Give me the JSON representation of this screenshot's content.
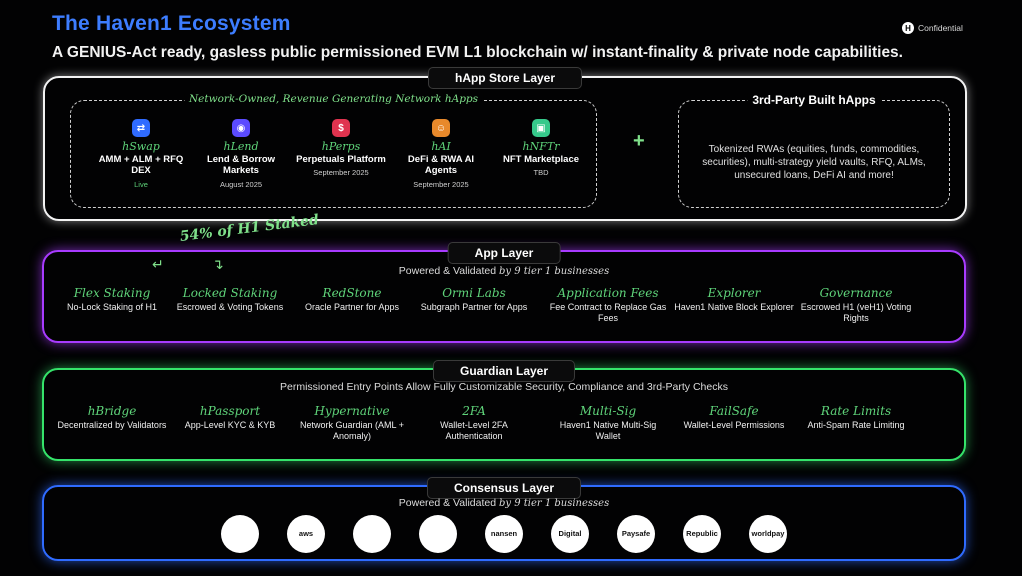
{
  "header": {
    "title": "The Haven1 Ecosystem",
    "subtitle": "A GENIUS-Act ready, gasless public permissioned EVM L1 blockchain w/ instant-finality & private node capabilities.",
    "confidential_icon": "H",
    "confidential": "Confidential"
  },
  "store_layer": {
    "label": "hApp Store Layer",
    "network_title": "Network-Owned, Revenue Generating Network hApps",
    "apps": [
      {
        "name": "hSwap",
        "icon": "hswap-icon",
        "color": "#2f6bff",
        "glyph": "⇄",
        "desc": "AMM + ALM + RFQ DEX",
        "date": "Live"
      },
      {
        "name": "hLend",
        "icon": "hlend-icon",
        "color": "#5b4bff",
        "glyph": "◉",
        "desc": "Lend & Borrow Markets",
        "date": "August 2025"
      },
      {
        "name": "hPerps",
        "icon": "hperps-icon",
        "color": "#e0334f",
        "glyph": "$",
        "desc": "Perpetuals Platform",
        "date": "September 2025"
      },
      {
        "name": "hAI",
        "icon": "hai-icon",
        "color": "#e8892b",
        "glyph": "☺",
        "desc": "DeFi & RWA AI Agents",
        "date": "September 2025"
      },
      {
        "name": "hNFTr",
        "icon": "hnftr-icon",
        "color": "#36c98b",
        "glyph": "▣",
        "desc": "NFT Marketplace",
        "date": "TBD"
      }
    ],
    "plus": "+",
    "third_title": "3rd-Party Built hApps",
    "third_text": "Tokenized RWAs (equities, funds, commodities, securities), multi-strategy yield vaults, RFQ, ALMs, unsecured loans, DeFi AI and more!"
  },
  "staked_text": "54% of H1 Staked",
  "app_layer": {
    "label": "App Layer",
    "sub_prefix": "Powered & Validated ",
    "sub_italic": "by 9 tier 1 businesses",
    "items": [
      {
        "name": "Flex Staking",
        "desc": "No-Lock Staking of H1"
      },
      {
        "name": "Locked Staking",
        "desc": "Escrowed & Voting Tokens"
      },
      {
        "name": "RedStone",
        "desc": "Oracle Partner for Apps"
      },
      {
        "name": "Ormi Labs",
        "desc": "Subgraph Partner for Apps"
      },
      {
        "name": "Application Fees",
        "desc": "Fee Contract to Replace Gas Fees"
      },
      {
        "name": "Explorer",
        "desc": "Haven1 Native Block Explorer"
      },
      {
        "name": "Governance",
        "desc": "Escrowed H1 (veH1) Voting Rights"
      }
    ]
  },
  "guardian_layer": {
    "label": "Guardian Layer",
    "sub": "Permissioned Entry Points Allow Fully Customizable Security, Compliance and 3rd-Party Checks",
    "items": [
      {
        "name": "hBridge",
        "desc": "Decentralized by Validators"
      },
      {
        "name": "hPassport",
        "desc": "App-Level KYC & KYB"
      },
      {
        "name": "Hypernative",
        "desc": "Network Guardian (AML + Anomaly)"
      },
      {
        "name": "2FA",
        "desc": "Wallet-Level 2FA Authentication"
      },
      {
        "name": "Multi-Sig",
        "desc": "Haven1 Native Multi-Sig Wallet"
      },
      {
        "name": "FailSafe",
        "desc": "Wallet-Level Permissions"
      },
      {
        "name": "Rate Limits",
        "desc": "Anti-Spam Rate Limiting"
      }
    ]
  },
  "consensus_layer": {
    "label": "Consensus Layer",
    "sub_prefix": "Powered & Validated ",
    "sub_italic": "by 9 tier 1 businesses",
    "logos": [
      {
        "name": "salesforce-logo",
        "text": ""
      },
      {
        "name": "aws-logo",
        "text": "aws"
      },
      {
        "name": "red-logo",
        "text": ""
      },
      {
        "name": "blockdaemon-logo",
        "text": ""
      },
      {
        "name": "nansen-logo",
        "text": "nansen"
      },
      {
        "name": "digital-logo",
        "text": "Digital"
      },
      {
        "name": "paysafe-logo",
        "text": "Paysafe"
      },
      {
        "name": "republic-logo",
        "text": "Republic"
      },
      {
        "name": "worldpay-logo",
        "text": "worldpay"
      }
    ]
  }
}
